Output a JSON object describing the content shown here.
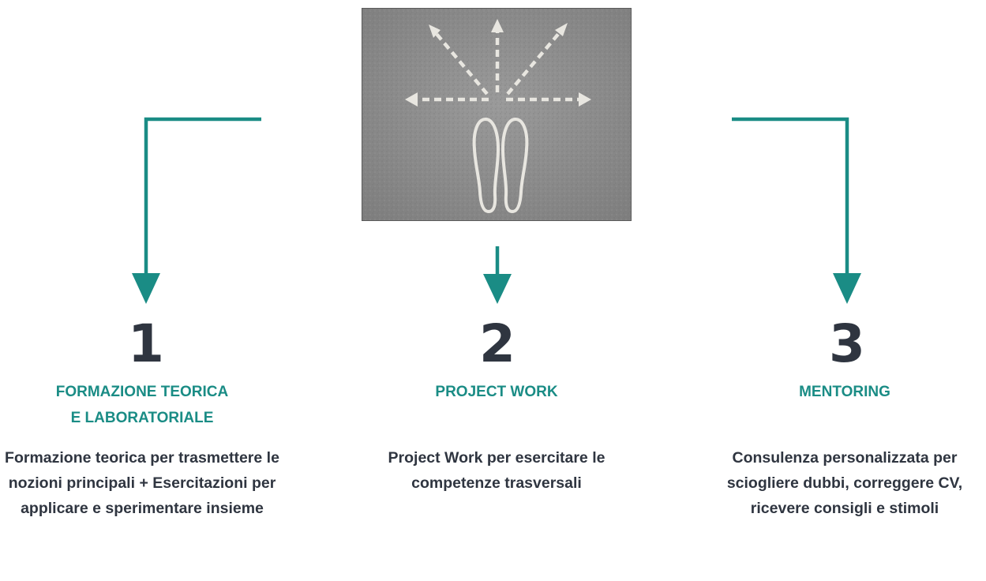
{
  "colors": {
    "accent": "#1a8c85",
    "text": "#2f3540"
  },
  "photo": {
    "icon": "footprints-arrows-icon"
  },
  "steps": [
    {
      "number": "1",
      "title": "FORMAZIONE TEORICA\nE LABORATORIALE",
      "description": "Formazione teorica per trasmettere le nozioni principali + Esercitazioni per applicare e sperimentare insieme"
    },
    {
      "number": "2",
      "title": "PROJECT WORK",
      "description": "Project Work per esercitare le competenze trasversali"
    },
    {
      "number": "3",
      "title": "MENTORING",
      "description": "Consulenza personalizzata per sciogliere dubbi, correggere CV, ricevere consigli e stimoli"
    }
  ]
}
